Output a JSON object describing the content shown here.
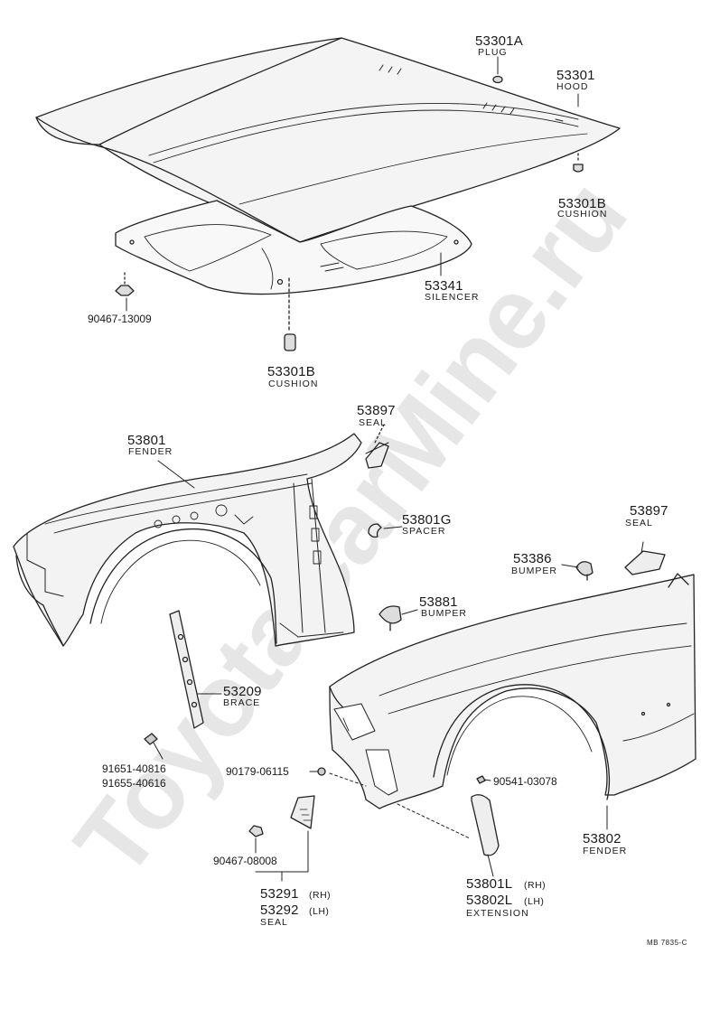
{
  "watermark": "ToyotaCarMine.ru",
  "footer_code": "MB 7835-C",
  "parts": {
    "p53301A": {
      "num": "53301A",
      "name": "PLUG"
    },
    "p53301": {
      "num": "53301",
      "name": "HOOD"
    },
    "p53301B_top": {
      "num": "53301B",
      "name": "CUSHION"
    },
    "p53341": {
      "num": "53341",
      "name": "SILENCER"
    },
    "p90467_13009": {
      "num": "90467-13009"
    },
    "p53301B_bottom": {
      "num": "53301B",
      "name": "CUSHION"
    },
    "p53897_left": {
      "num": "53897",
      "name": "SEAL"
    },
    "p53801": {
      "num": "53801",
      "name": "FENDER"
    },
    "p53801G": {
      "num": "53801G",
      "name": "SPACER"
    },
    "p53897_right": {
      "num": "53897",
      "name": "SEAL"
    },
    "p53386": {
      "num": "53386",
      "name": "BUMPER"
    },
    "p53881": {
      "num": "53881",
      "name": "BUMPER"
    },
    "p53209": {
      "num": "53209",
      "name": "BRACE"
    },
    "p91651": {
      "num": "91651-40816"
    },
    "p91655": {
      "num": "91655-40616"
    },
    "p90179": {
      "num": "90179-06115"
    },
    "p90541": {
      "num": "90541-03078"
    },
    "p90467_08008": {
      "num": "90467-08008"
    },
    "p53291": {
      "num": "53291",
      "side": "(RH)"
    },
    "p53292": {
      "num": "53292",
      "side": "(LH)",
      "name": "SEAL"
    },
    "p53801L": {
      "num": "53801L",
      "side": "(RH)"
    },
    "p53802L": {
      "num": "53802L",
      "side": "(LH)",
      "name": "EXTENSION"
    },
    "p53802": {
      "num": "53802",
      "name": "FENDER"
    }
  }
}
